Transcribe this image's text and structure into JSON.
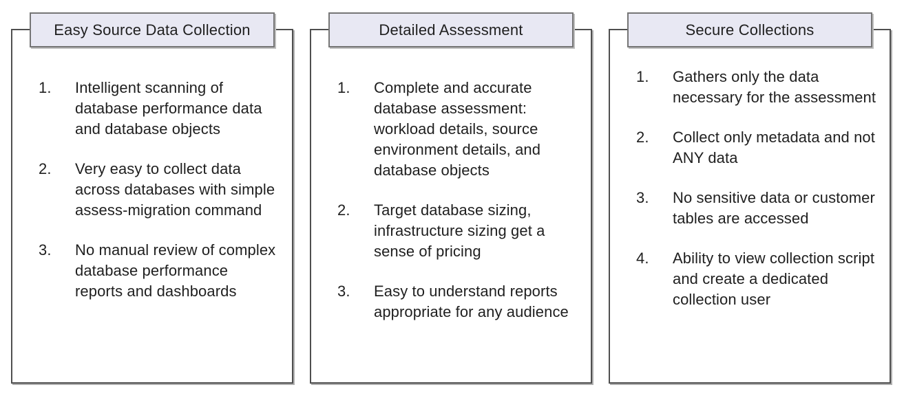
{
  "colors": {
    "background": "#ffffff",
    "header_fill": "#e8e8f3",
    "header_border": "#757575",
    "box_border": "#4f4f4f",
    "shadow": "#b0b0b0",
    "text": "#1f1f1f"
  },
  "panels": [
    {
      "title": "Easy Source Data Collection",
      "items": [
        {
          "num": "1.",
          "text": "Intelligent scanning of database performance data and database objects"
        },
        {
          "num": "2.",
          "text": "Very easy to collect data across databases with simple assess-migration command"
        },
        {
          "num": "3.",
          "text": "No manual review of complex database performance reports and dashboards"
        }
      ]
    },
    {
      "title": "Detailed Assessment",
      "items": [
        {
          "num": "1.",
          "text": "Complete and accurate database assessment: workload details, source environment details, and database objects"
        },
        {
          "num": "2.",
          "text": "Target database sizing, infrastructure sizing get a sense of pricing"
        },
        {
          "num": "3.",
          "text": "Easy to understand reports appropriate for any audience"
        }
      ]
    },
    {
      "title": "Secure Collections",
      "items": [
        {
          "num": "1.",
          "text": "Gathers only the data necessary for the assessment"
        },
        {
          "num": "2.",
          "text": "Collect only metadata and not ANY data"
        },
        {
          "num": "3.",
          "text": "No sensitive data or customer tables are accessed"
        },
        {
          "num": "4.",
          "text": "Ability to view collection script and create a dedicated collection user"
        }
      ]
    }
  ]
}
